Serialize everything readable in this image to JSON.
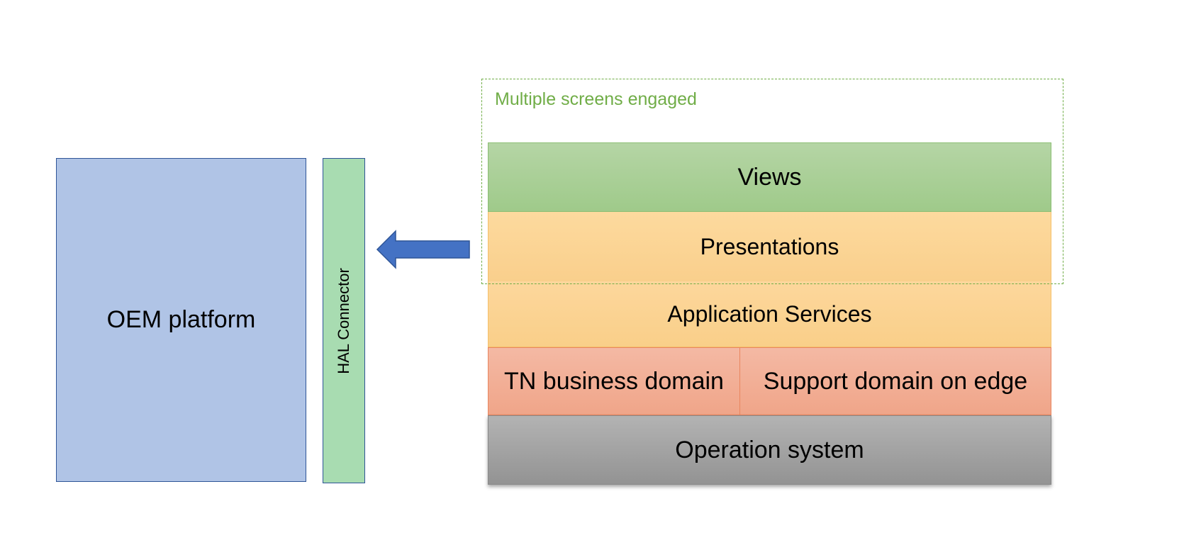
{
  "diagram": {
    "oem_platform": "OEM platform",
    "hal_connector": "HAL Connector",
    "multiple_screens_label": "Multiple screens engaged",
    "layers": {
      "views": "Views",
      "presentations": "Presentations",
      "application_services": "Application Services",
      "tn_business_domain": "TN business domain",
      "support_domain": "Support domain on edge",
      "operation_system": "Operation system"
    }
  },
  "colors": {
    "oem_fill": "#b0c4e6",
    "hal_fill": "#a8dcb1",
    "arrow_fill": "#4472c4",
    "views_fill": "#a9d08e",
    "service_fill": "#fbd38f",
    "domain_fill": "#f2ab93",
    "os_fill": "#a5a5a5",
    "dashed_frame": "#70ad47"
  }
}
